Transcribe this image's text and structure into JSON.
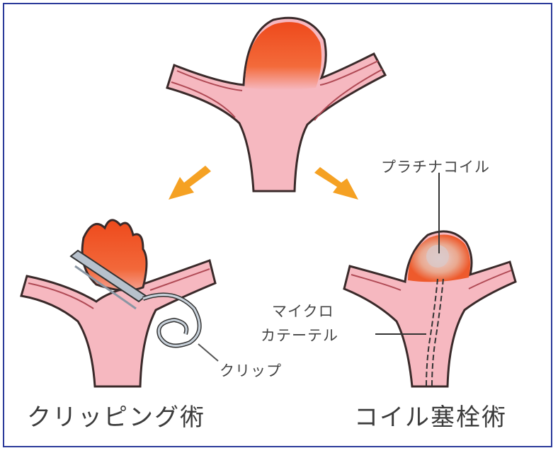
{
  "labels": {
    "platinum_coil": "プラチナコイル",
    "micro": "マイクロ",
    "catheter": "カテーテル",
    "clip": "クリップ"
  },
  "captions": {
    "clipping": "クリッピング術",
    "coil": "コイル塞栓術"
  },
  "colors": {
    "frame": "#2b3a9a",
    "vessel": "#f6b8c0",
    "aneurysm": "#ee4e1f",
    "arrow": "#f5a123",
    "clip": "#9aa6b2"
  }
}
